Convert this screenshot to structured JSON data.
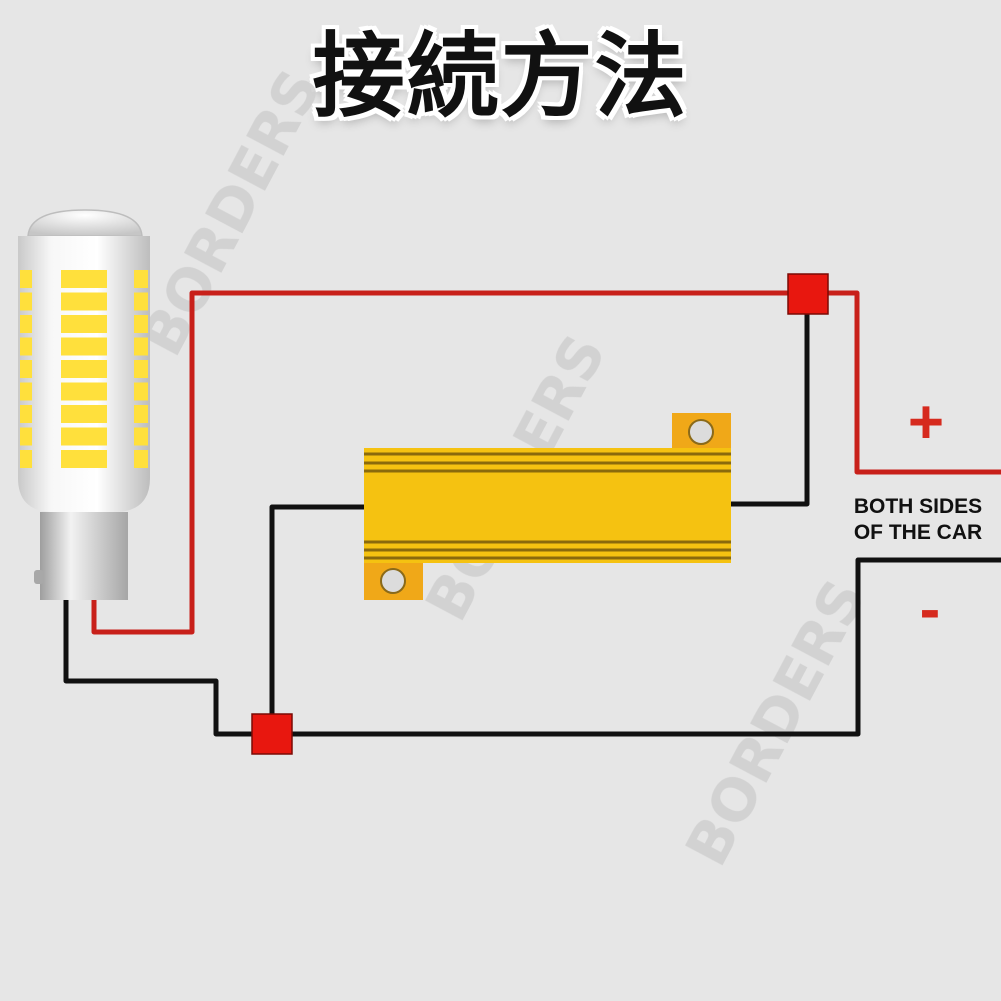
{
  "title": "接続方法",
  "watermark": "BORDERS",
  "labels": {
    "plus": "+",
    "minus": "-",
    "both_sides_line1": "BOTH SIDES",
    "both_sides_line2": "OF THE CAR"
  },
  "colors": {
    "background": "#e6e6e6",
    "positive_wire": "#c8201a",
    "negative_wire": "#111111",
    "junction": "#e8170f",
    "resistor_body": "#f5c211",
    "resistor_tab": "#f0a818",
    "led_chip": "#ffe03c"
  }
}
